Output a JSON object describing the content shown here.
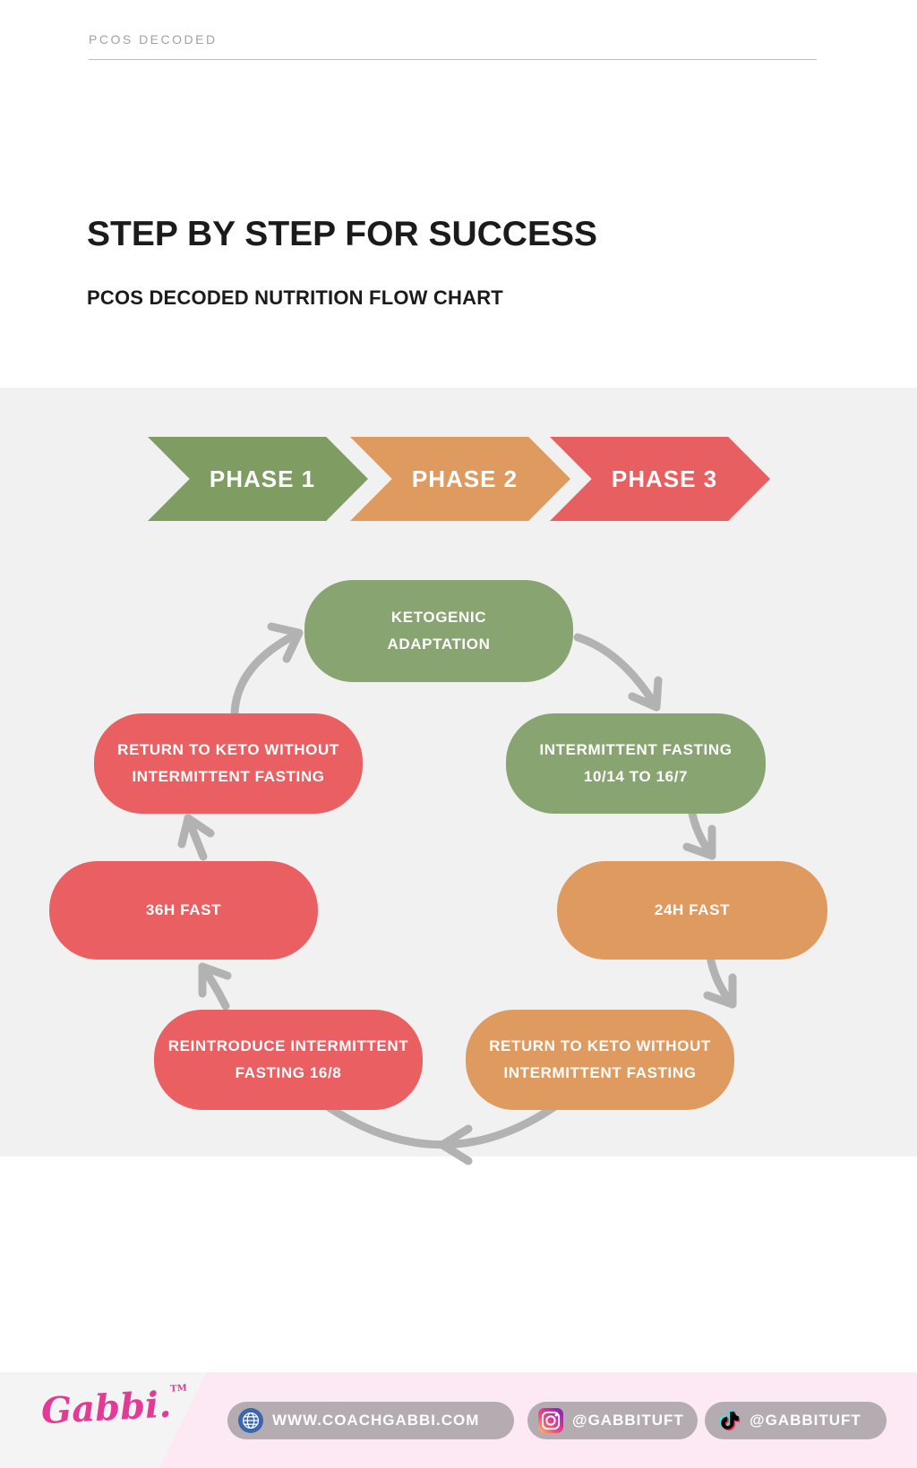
{
  "header": {
    "brand": "PCOS DECODED",
    "title": "STEP BY STEP FOR SUCCESS",
    "subtitle": "PCOS DECODED NUTRITION FLOW CHART"
  },
  "phases": [
    {
      "label": "PHASE 1",
      "color": "#7f9d63"
    },
    {
      "label": "PHASE 2",
      "color": "#df9a5f"
    },
    {
      "label": "PHASE 3",
      "color": "#e85f62"
    }
  ],
  "flow": {
    "nodes": [
      {
        "id": "ketogenic-adaptation",
        "color": "green",
        "line1": "KETOGENIC",
        "line2": "ADAPTATION"
      },
      {
        "id": "intermittent-fasting",
        "color": "green",
        "line1": "INTERMITTENT FASTING",
        "line2": "10/14 TO 16/7"
      },
      {
        "id": "24h-fast",
        "color": "orange",
        "line1": "24H FAST",
        "line2": ""
      },
      {
        "id": "return-to-keto-orange",
        "color": "orange",
        "line1": "RETURN TO KETO WITHOUT",
        "line2": "INTERMITTENT FASTING"
      },
      {
        "id": "reintroduce-if-16-8",
        "color": "red",
        "line1": "REINTRODUCE INTERMITTENT",
        "line2": "FASTING 16/8"
      },
      {
        "id": "36h-fast",
        "color": "red",
        "line1": "36H FAST",
        "line2": ""
      },
      {
        "id": "return-to-keto-red",
        "color": "red",
        "line1": "RETURN TO KETO WITHOUT",
        "line2": "INTERMITTENT FASTING"
      }
    ],
    "cycle_order": [
      "ketogenic-adaptation",
      "intermittent-fasting",
      "24h-fast",
      "return-to-keto-orange",
      "reintroduce-if-16-8",
      "36h-fast",
      "return-to-keto-red",
      "ketogenic-adaptation"
    ]
  },
  "footer": {
    "logo_text": "Gabbi.",
    "logo_tm": "TM",
    "website": "WWW.COACHGABBI.COM",
    "instagram_handle": "@GABBITUFT",
    "tiktok_handle": "@GABBITUFT"
  },
  "colors": {
    "green": "#88a471",
    "orange": "#df9a5f",
    "red": "#ea5f61",
    "panel_bg": "#f2f1f1",
    "connector_gray": "#b3b2b2",
    "footer_pink": "#fce9f3",
    "footer_gray": "#f5f4f5",
    "pill_bg": "#b4acb1",
    "brand_pink": "#e23a95",
    "globe_blue": "#3a67ae"
  }
}
